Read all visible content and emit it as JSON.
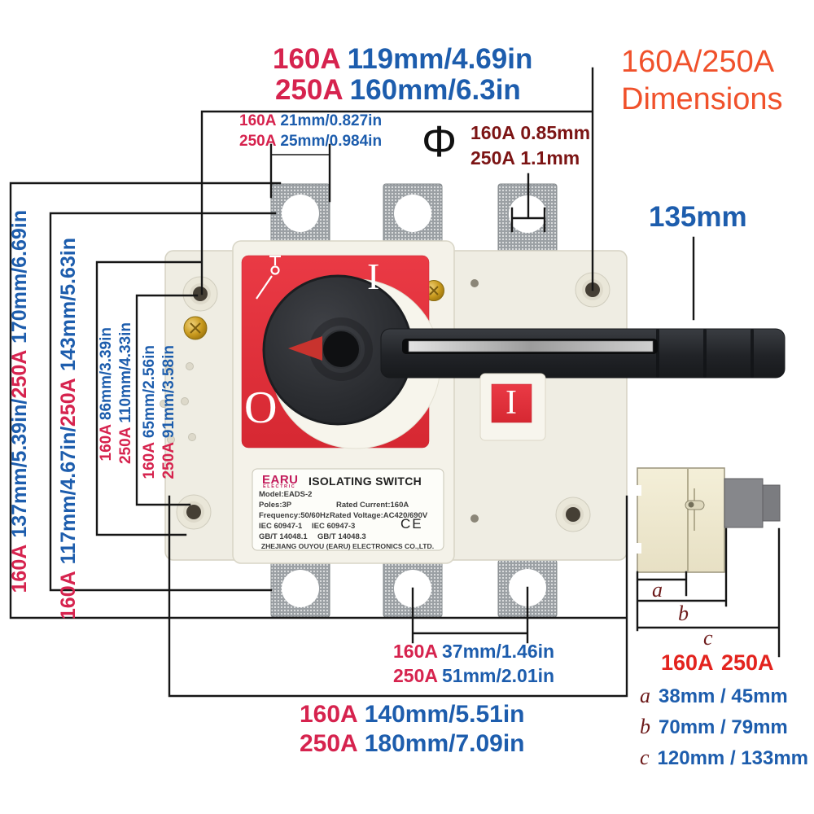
{
  "colors": {
    "crimson": "#d6234e",
    "blue": "#1d5dad",
    "orange": "#f0512b",
    "maroon": "#7c1414",
    "table-red": "#e3231e",
    "marker-maroon": "#6d1a1a",
    "brand-magenta": "#c21a5a",
    "panel-red": "#e23440",
    "line": "#161616"
  },
  "title": {
    "line1": "160A/250A",
    "line2": "Dimensions"
  },
  "top_width_dim": {
    "rows": [
      {
        "amp": "160A",
        "value": "119mm/4.69in"
      },
      {
        "amp": "250A",
        "value": "160mm/6.3in"
      }
    ]
  },
  "terminal_width_dim": {
    "rows": [
      {
        "amp": "160A",
        "value": "21mm/0.827in"
      },
      {
        "amp": "250A",
        "value": "25mm/0.984in"
      }
    ]
  },
  "hole_diameter_dim": {
    "symbol": "Φ",
    "rows": [
      {
        "amp": "160A",
        "value": "0.85mm"
      },
      {
        "amp": "250A",
        "value": "1.1mm"
      }
    ]
  },
  "handle_dim": {
    "value": "135mm"
  },
  "left_dims": {
    "outer": {
      "amp1": "160A",
      "value1": "137mm/5.39in/",
      "amp2": "250A",
      "value2": "170mm/6.69in"
    },
    "inner": {
      "amp1": "160A",
      "value1": "117mm/4.67in/",
      "amp2": "250A",
      "value2": "143mm/5.63in"
    },
    "small": [
      {
        "amp": "160A",
        "value": "86mm/3.39in"
      },
      {
        "amp": "250A",
        "value": "110mm/4.33in"
      },
      {
        "amp": "160A",
        "value": "65mm/2.56in"
      },
      {
        "amp": "250A",
        "value": "91mm/3.58in"
      }
    ]
  },
  "bottom_dims": {
    "hole_spacing": {
      "rows": [
        {
          "amp": "160A",
          "value": "37mm/1.46in"
        },
        {
          "amp": "250A",
          "value": "51mm/2.01in"
        }
      ]
    },
    "overall_width": {
      "rows": [
        {
          "amp": "160A",
          "value": "140mm/5.51in"
        },
        {
          "amp": "250A",
          "value": "180mm/7.09in"
        }
      ]
    }
  },
  "side_table": {
    "col1": "160A",
    "col2": "250A",
    "rows": [
      {
        "marker": "a",
        "value": "38mm / 45mm"
      },
      {
        "marker": "b",
        "value": "70mm / 79mm"
      },
      {
        "marker": "c",
        "value": "120mm / 133mm"
      }
    ]
  },
  "side_markers": {
    "a": "a",
    "b": "b",
    "c": "c"
  },
  "device": {
    "brand": "EARU",
    "brand_sub": "ELECTRIC",
    "product": "ISOLATING SWITCH",
    "model": "Model:EADS-2",
    "poles": "Poles:3P",
    "rated_current": "Rated Current:160A",
    "frequency": "Frequency:50/60Hz",
    "rated_voltage": "Rated Voltage:AC420/690V",
    "std_iec1": "IEC 60947-1",
    "std_iec2": "IEC 60947-3",
    "std_gb1": "GB/T 14048.1",
    "std_gb2": "GB/T 14048.3",
    "ce": "CE",
    "company": "ZHEJIANG OUYOU (EARU)  ELECTRONICS CO.,LTD.",
    "on_symbol": "I",
    "off_symbol": "O",
    "indicator": "I"
  }
}
